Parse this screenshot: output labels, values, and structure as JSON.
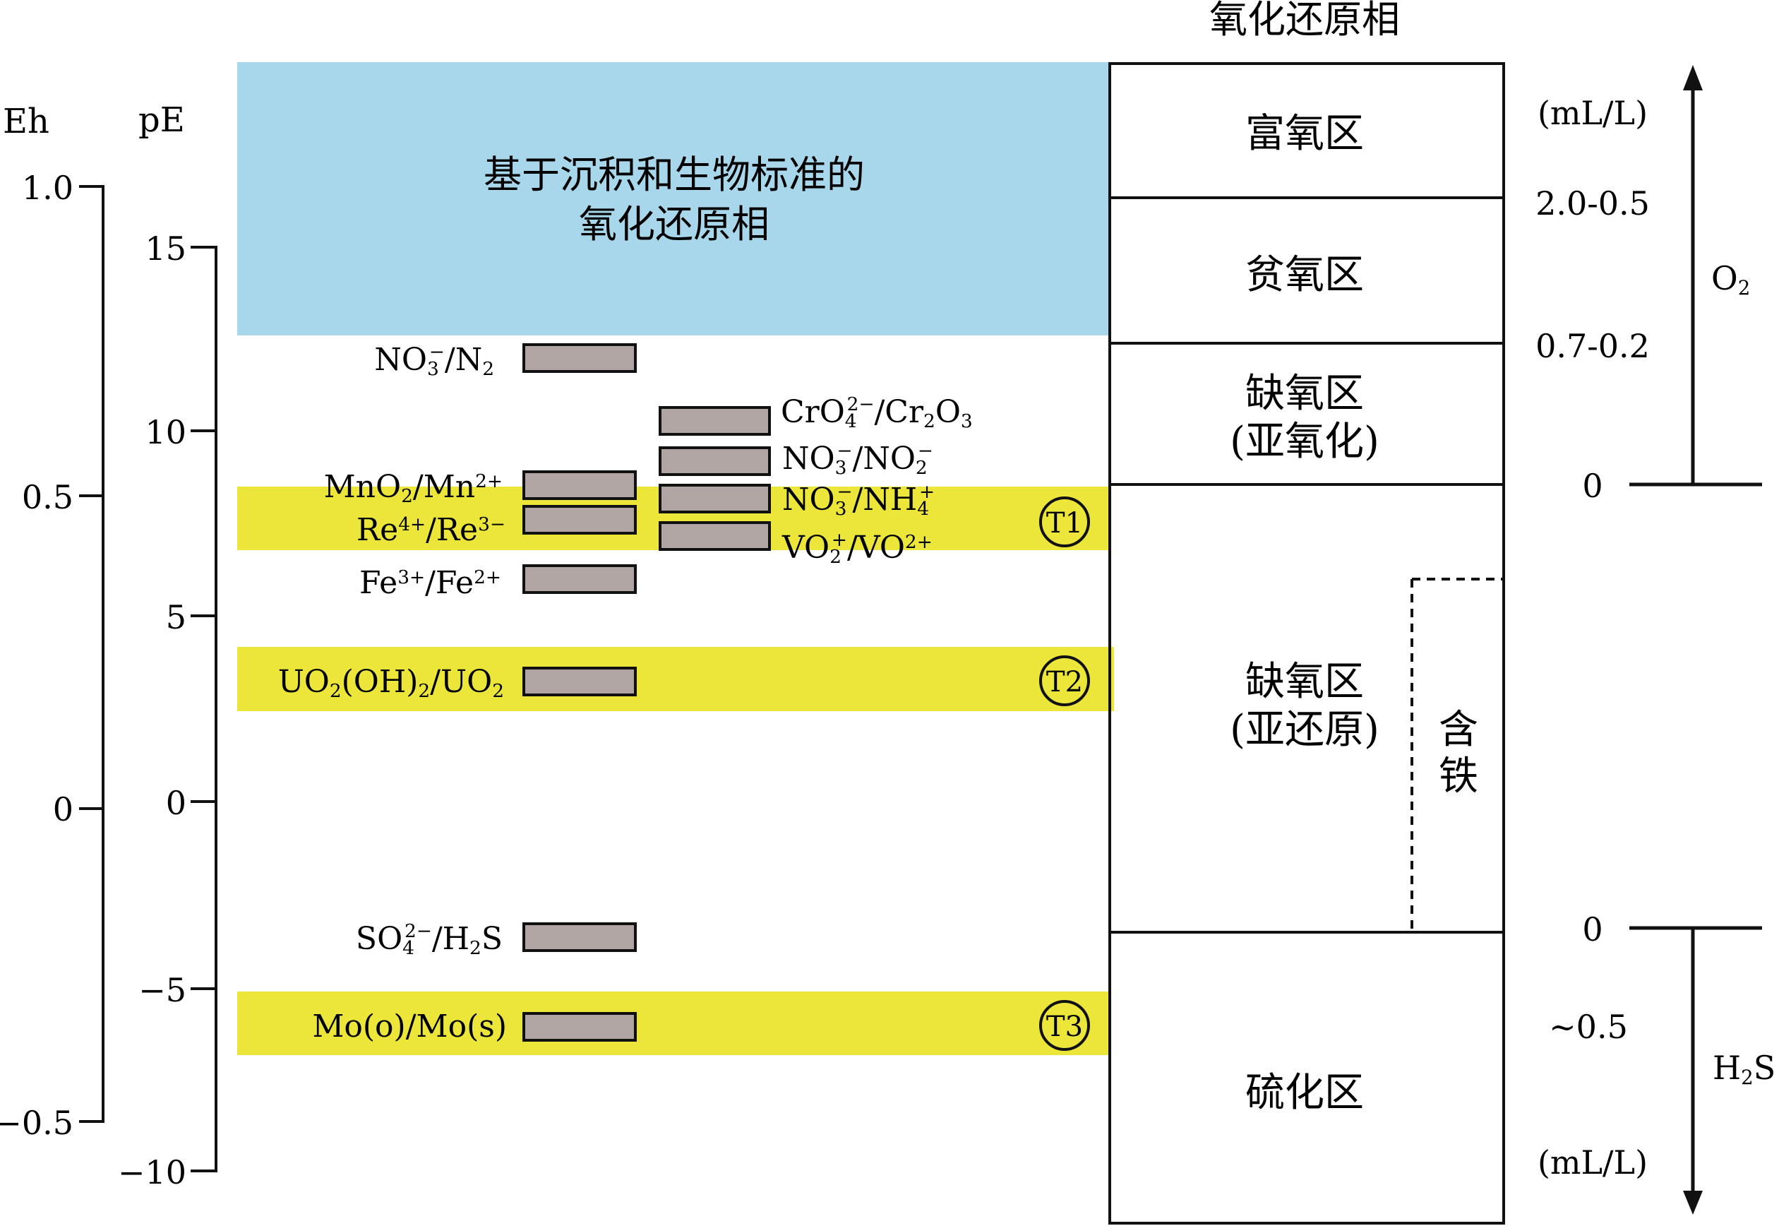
{
  "colors": {
    "oxic_band": "#a8d6ea",
    "trace_band": "#ece63a",
    "couple_box": "#b0a5a3",
    "line": "#111111"
  },
  "axes": {
    "eh": {
      "label": "Eh",
      "ticks": [
        "1.0",
        "0.5",
        "0",
        "−0.5"
      ]
    },
    "pe": {
      "label": "pE",
      "ticks": [
        "15",
        "10",
        "5",
        "0",
        "−5",
        "−10"
      ]
    }
  },
  "header_band": {
    "line1": "基于沉积和生物标准的",
    "line2": "氧化还原相"
  },
  "couples": {
    "no3_n2": {
      "a": "NO",
      "b": "3",
      "c": "−",
      "d": "/N",
      "e": "2"
    },
    "cro4_cr2o3": {
      "a": "CrO",
      "b": "4",
      "c": "2−",
      "d": "/Cr",
      "e": "2",
      "f": "O",
      "g": "3"
    },
    "no3_no2": {
      "a": "NO",
      "b": "3",
      "c": "−",
      "d": "/NO",
      "e": "2",
      "f": "−"
    },
    "mno2_mn": {
      "a": "MnO",
      "b": "2",
      "c": "/Mn",
      "d": "2+"
    },
    "no3_nh4": {
      "a": "NO",
      "b": "3",
      "c": "−",
      "d": "/NH",
      "e": "4",
      "f": "+"
    },
    "re": {
      "a": "Re",
      "b": "4+",
      "c": "/Re",
      "d": "3−"
    },
    "vo2_vo": {
      "a": "VO",
      "b": "2",
      "c": "+",
      "d": "/VO",
      "e": "2+"
    },
    "fe": {
      "a": "Fe",
      "b": "3+",
      "c": "/Fe",
      "d": "2+"
    },
    "uo2": {
      "a": "UO",
      "b": "2",
      "c": "(OH)",
      "d": "2",
      "e": "/UO",
      "f": "2"
    },
    "so4_h2s": {
      "a": "SO",
      "b": "4",
      "c": "2−",
      "d": "/H",
      "e": "2",
      "f": "S"
    },
    "mo": {
      "a": "Mo(o)/Mo(s)"
    }
  },
  "thresholds": [
    "T1",
    "T2",
    "T3"
  ],
  "facies": {
    "title": "氧化还原相",
    "oxic": "富氧区",
    "dysoxic": "贫氧区",
    "suboxic_1": "缺氧区",
    "suboxic_2": "(亚氧化)",
    "anoxic_1": "缺氧区",
    "anoxic_2": "(亚还原)",
    "ferruginous_1": "含",
    "ferruginous_2": "铁",
    "euxinic": "硫化区"
  },
  "right_scale": {
    "unit_top": "(mL/L)",
    "v1": "2.0-0.5",
    "v2": "0.7-0.2",
    "zero_top": "0",
    "zero_bottom": "0",
    "v3": "~0.5",
    "unit_bottom": "(mL/L)",
    "o2": {
      "a": "O",
      "b": "2"
    },
    "h2s": {
      "a": "H",
      "b": "2",
      "c": "S"
    }
  }
}
